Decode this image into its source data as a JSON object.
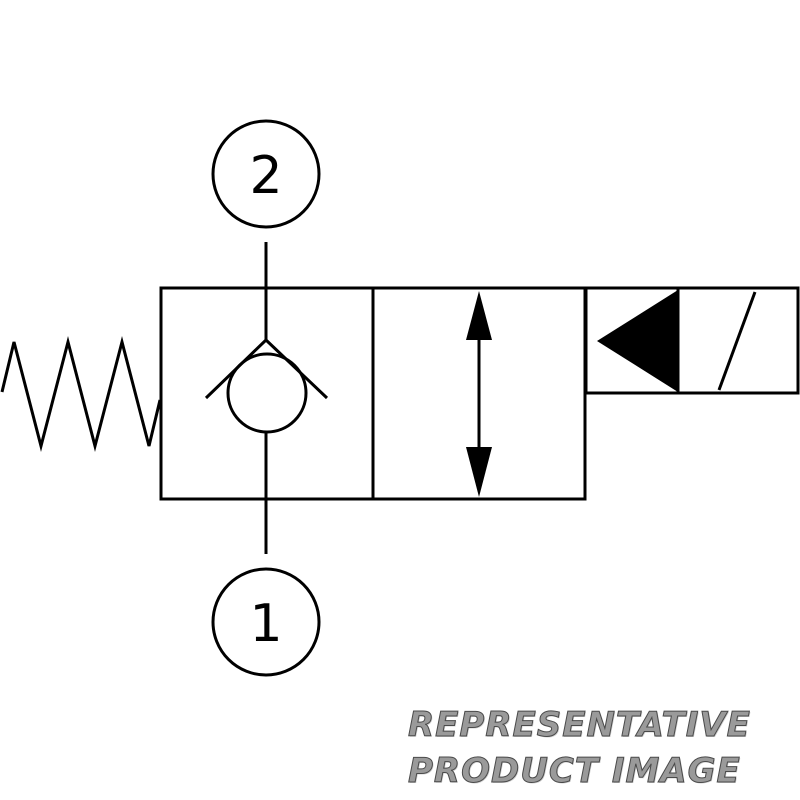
{
  "diagram": {
    "ports": [
      {
        "id": "port-2",
        "label": "2"
      },
      {
        "id": "port-1",
        "label": "1"
      }
    ],
    "components": [
      "spring-icon",
      "check-valve-icon",
      "flow-arrow-icon",
      "solenoid-icon"
    ],
    "colors": {
      "line": "#000000",
      "background": "#ffffff",
      "watermark_fill": "#9a9a9a",
      "watermark_outline": "#4a4a4a"
    }
  },
  "watermark": {
    "line1": "REPRESENTATIVE",
    "line2": "PRODUCT IMAGE"
  }
}
